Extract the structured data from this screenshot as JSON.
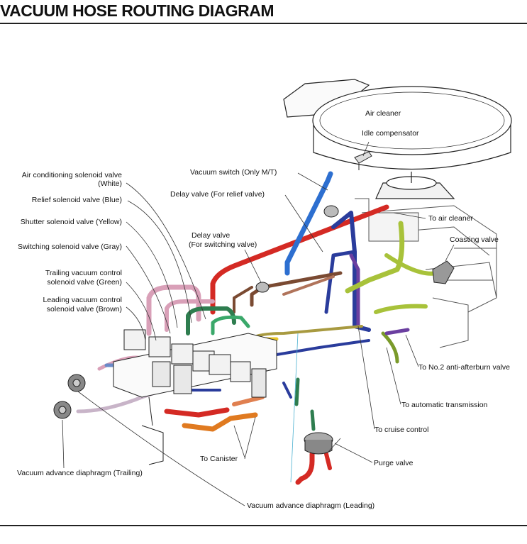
{
  "title": "VACUUM HOSE ROUTING DIAGRAM",
  "labels": {
    "ac_solenoid_1": "Air conditioning solenoid valve",
    "ac_solenoid_2": "(White)",
    "relief_solenoid": "Relief solenoid valve (Blue)",
    "shutter_solenoid": "Shutter solenoid valve (Yellow)",
    "switching_solenoid": "Switching solenoid valve (Gray)",
    "trailing_solenoid_1": "Trailing vacuum control",
    "trailing_solenoid_2": "solenoid valve (Green)",
    "leading_solenoid_1": "Leading vacuum control",
    "leading_solenoid_2": "solenoid valve (Brown)",
    "vacuum_switch": "Vacuum switch (Only M/T)",
    "delay_relief": "Delay valve (For relief valve)",
    "delay_switching_1": "Delay valve",
    "delay_switching_2": "(For switching valve)",
    "air_cleaner": "Air cleaner",
    "idle_compensator": "Idle compensator",
    "to_air_cleaner": "To air cleaner",
    "coasting_valve": "Coasting valve",
    "to_no2_anti_afterburn": "To No.2 anti-afterburn valve",
    "to_automatic_transmission": "To automatic transmission",
    "to_cruise_control": "To cruise control",
    "purge_valve": "Purge valve",
    "to_canister": "To Canister",
    "vac_adv_trailing": "Vacuum advance diaphragm (Trailing)",
    "vac_adv_leading": "Vacuum advance diaphragm (Leading)"
  },
  "colors": {
    "red": "#d42a24",
    "blue": "#2d6fd0",
    "navy": "#2a3c9c",
    "yellow_green": "#a8c23a",
    "green": "#2e7d4f",
    "brown": "#7a4a32",
    "pink": "#d9a0b8",
    "orange": "#e07a20",
    "yellow": "#e8c62a",
    "purple": "#6b3fa0",
    "gray": "#8a8a8a"
  }
}
